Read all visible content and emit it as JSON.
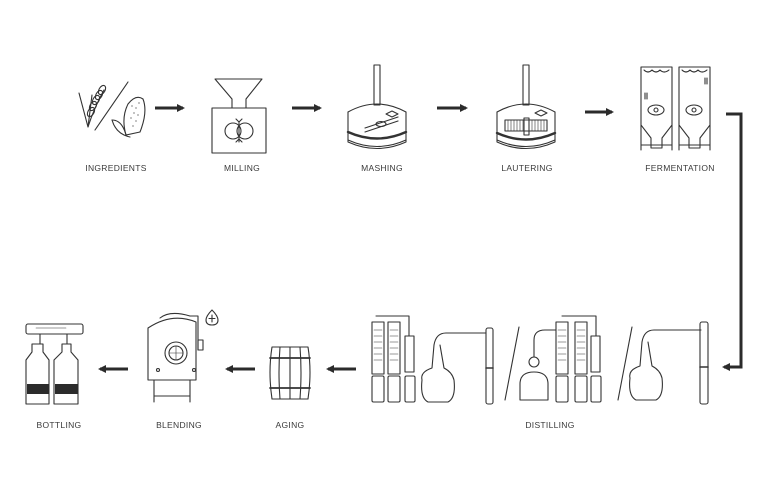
{
  "diagram": {
    "type": "process-flow",
    "title": "Whiskey production process",
    "steps": [
      {
        "id": "ingredients",
        "label": "INGREDIENTS",
        "icon": "grain-and-corn-icon"
      },
      {
        "id": "milling",
        "label": "MILLING",
        "icon": "mill-hopper-icon"
      },
      {
        "id": "mashing",
        "label": "MASHING",
        "icon": "mash-tun-icon"
      },
      {
        "id": "lautering",
        "label": "LAUTERING",
        "icon": "lauter-tun-icon"
      },
      {
        "id": "fermentation",
        "label": "FERMENTATION",
        "icon": "fermentation-tanks-icon"
      },
      {
        "id": "distilling",
        "label": "DISTILLING",
        "icon": "still-apparatus-icon"
      },
      {
        "id": "aging",
        "label": "AGING",
        "icon": "barrel-icon"
      },
      {
        "id": "blending",
        "label": "BLENDING",
        "icon": "blending-tank-icon"
      },
      {
        "id": "bottling",
        "label": "BOTTLING",
        "icon": "bottles-icon"
      }
    ],
    "flow": [
      [
        "ingredients",
        "milling"
      ],
      [
        "milling",
        "mashing"
      ],
      [
        "mashing",
        "lautering"
      ],
      [
        "lautering",
        "fermentation"
      ],
      [
        "fermentation",
        "distilling"
      ],
      [
        "distilling",
        "aging"
      ],
      [
        "aging",
        "blending"
      ],
      [
        "blending",
        "bottling"
      ]
    ],
    "colors": {
      "line": "#333333",
      "arrow": "#2b2b2b",
      "label": "#3a3a3a",
      "background": "#ffffff"
    }
  }
}
